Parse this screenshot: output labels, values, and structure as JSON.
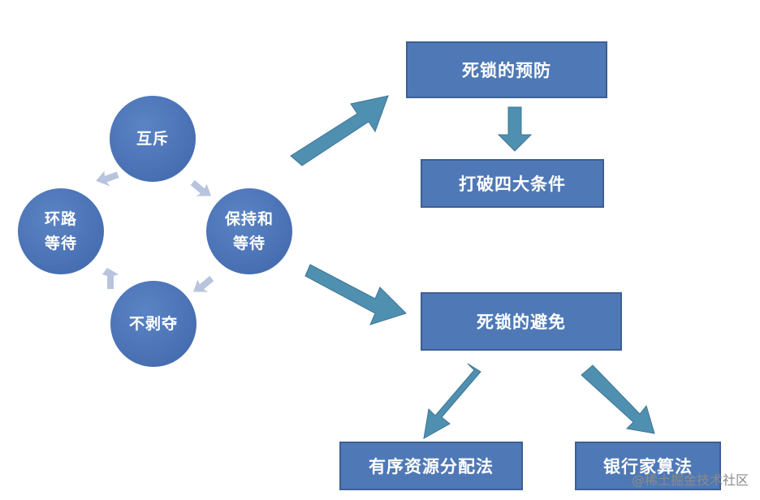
{
  "cycle": {
    "mutex": "互斥",
    "hold_wait": "保持和\n等待",
    "no_preempt": "不剥夺",
    "circular_wait": "环路\n等待"
  },
  "prevention": {
    "title": "死锁的预防",
    "method": "打破四大条件"
  },
  "avoidance": {
    "title": "死锁的避免",
    "method_left": "有序资源分配法",
    "method_right": "银行家算法"
  },
  "watermark": "@稀土掘金技术社区",
  "colors": {
    "node_blue": "#4a72b5",
    "arrow_teal": "#4f8fb0",
    "small_arrow": "#b8c4dd"
  }
}
